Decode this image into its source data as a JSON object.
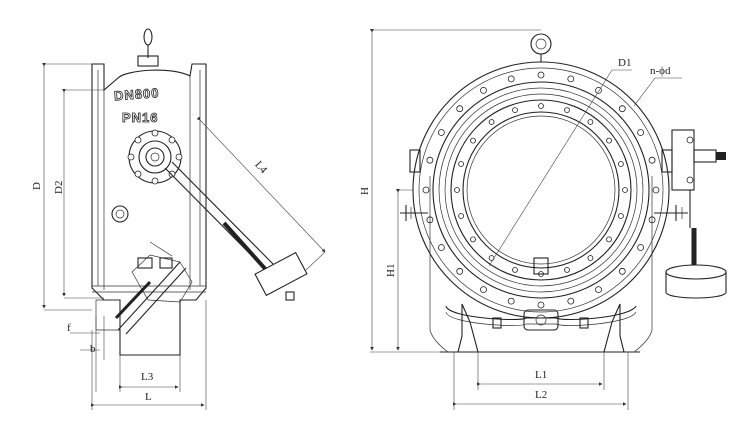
{
  "side_view": {
    "casting_size": "DN800",
    "casting_pressure": "PN16",
    "dim_D": "D",
    "dim_D2": "D2",
    "dim_L4": "L4",
    "dim_f": "f",
    "dim_b": "b",
    "dim_L3": "L3",
    "dim_L": "L"
  },
  "front_view": {
    "dim_D1": "D1",
    "dim_nd": "n-ϕd",
    "dim_H": "H",
    "dim_H1": "H1",
    "dim_L1": "L1",
    "dim_L2": "L2"
  }
}
